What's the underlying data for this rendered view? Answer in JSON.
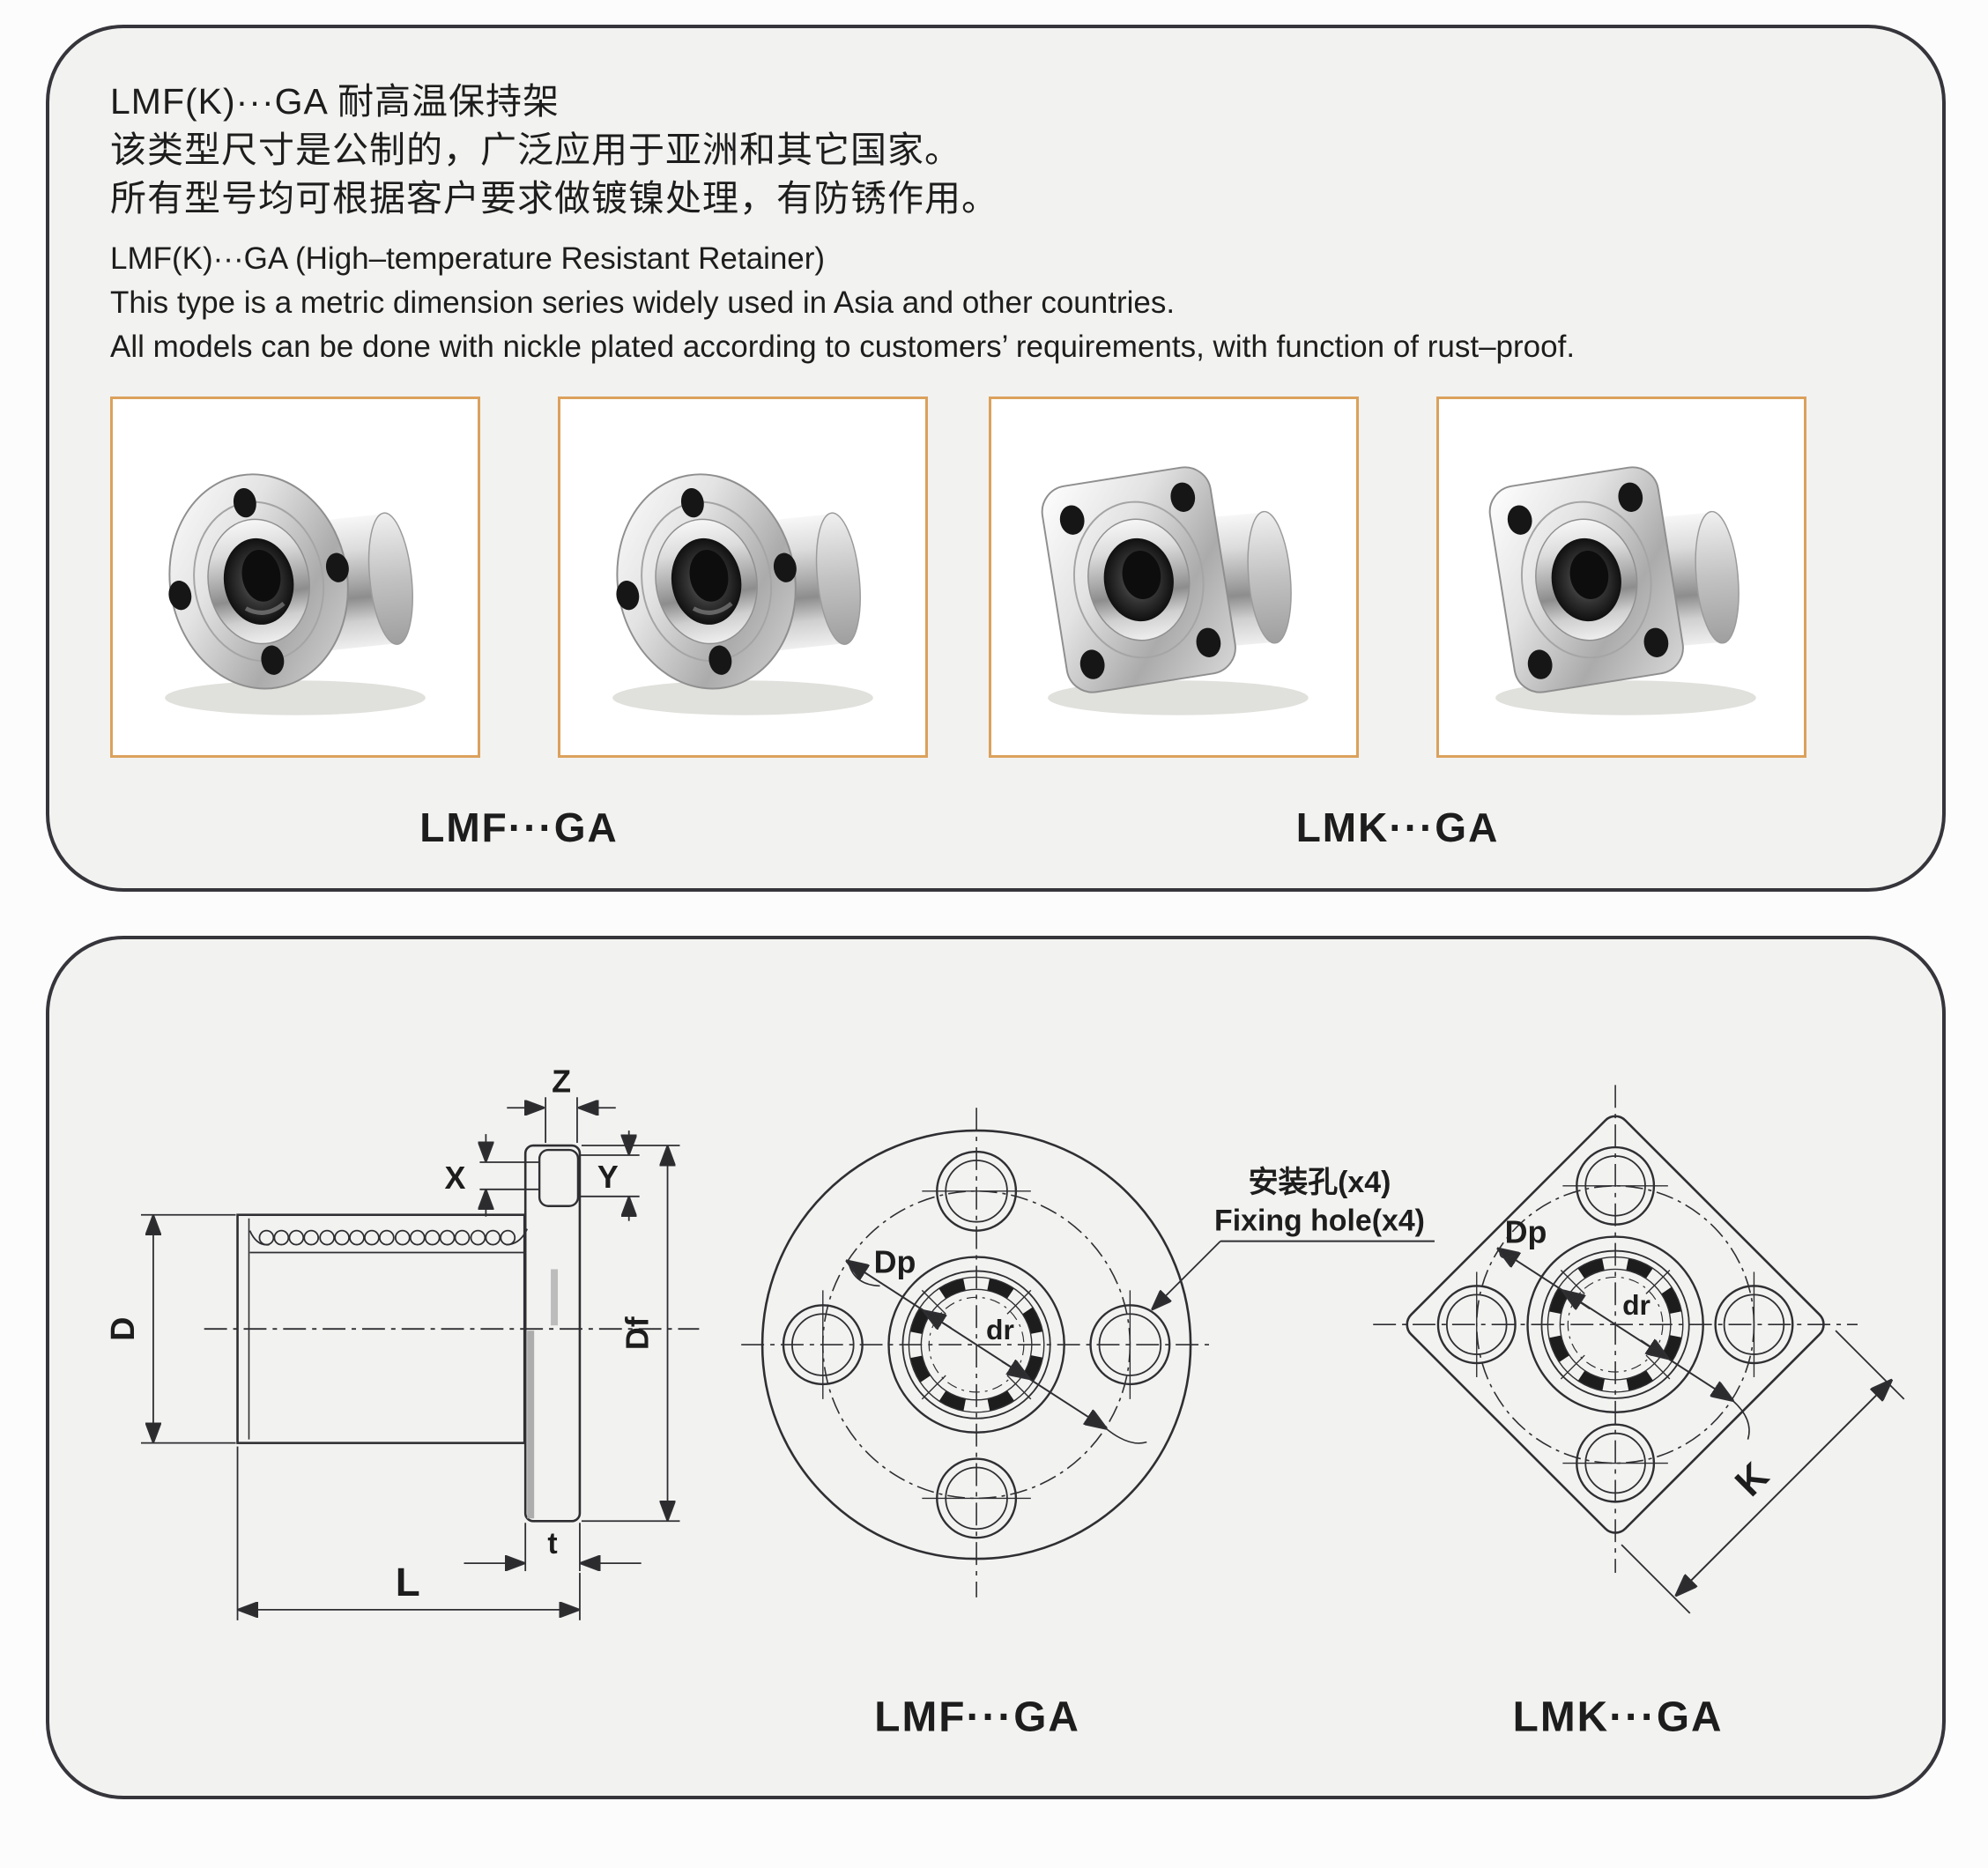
{
  "page": {
    "background": "#fcfcfc",
    "panel_background": "#f2f2f0",
    "panel_border_color": "#35353b",
    "photo_border_color": "#dba15c",
    "line_color": "#2f2f33",
    "text_color": "#1d1d1d"
  },
  "intro": {
    "cn_title": "LMF(K)···GA 耐高温保持架",
    "cn_line2": "该类型尺寸是公制的，广泛应用于亚洲和其它国家。",
    "cn_line3": "所有型号均可根据客户要求做镀镍处理，有防锈作用。",
    "en_title": "LMF(K)···GA (High–temperature Resistant Retainer)",
    "en_line2": "This type is a metric dimension series widely used in Asia and other countries.",
    "en_line3": "All models can be done with nickle plated according to customers’ requirements, with function of rust–proof."
  },
  "gallery": {
    "photos": [
      {
        "type": "round-flange-bearing"
      },
      {
        "type": "round-flange-bearing"
      },
      {
        "type": "square-flange-bearing"
      },
      {
        "type": "square-flange-bearing"
      }
    ],
    "label_lmf": "LMF···GA",
    "label_lmk": "LMK···GA"
  },
  "drawings": {
    "dims": {
      "z": "Z",
      "x": "X",
      "y": "Y",
      "d": "D",
      "df": "Df",
      "t": "t",
      "l": "L",
      "dp": "Dp",
      "dr": "dr",
      "k": "K"
    },
    "fixing_hole_cn": "安装孔(x4)",
    "fixing_hole_en": "Fixing hole(x4)",
    "label_lmf": "LMF···GA",
    "label_lmk": "LMK···GA"
  }
}
